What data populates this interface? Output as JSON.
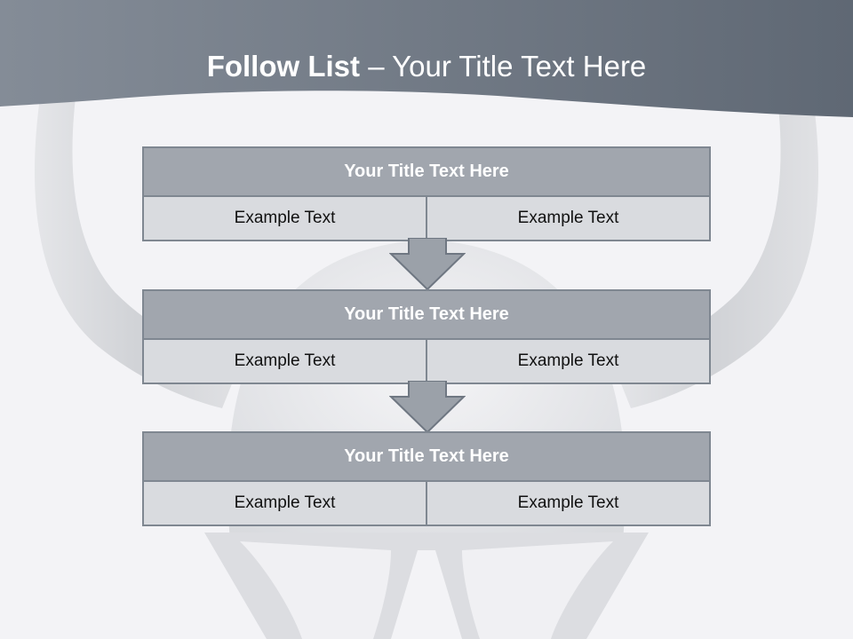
{
  "title": {
    "main": "Follow List",
    "separator": " – ",
    "sub": "Your Title Text Here"
  },
  "blocks": [
    {
      "title": "Your Title Text Here",
      "left": "Example Text",
      "right": "Example Text"
    },
    {
      "title": "Your Title Text Here",
      "left": "Example Text",
      "right": "Example Text"
    },
    {
      "title": "Your Title Text Here",
      "left": "Example Text",
      "right": "Example Text"
    }
  ],
  "colors": {
    "header": "#6f7885",
    "box_title": "#a1a6ae",
    "box_cell": "#d9dbdf",
    "border": "#7f8791",
    "background": "#f3f3f6"
  },
  "icons": [
    "viking-helmet-illustration",
    "down-arrow-icon"
  ]
}
